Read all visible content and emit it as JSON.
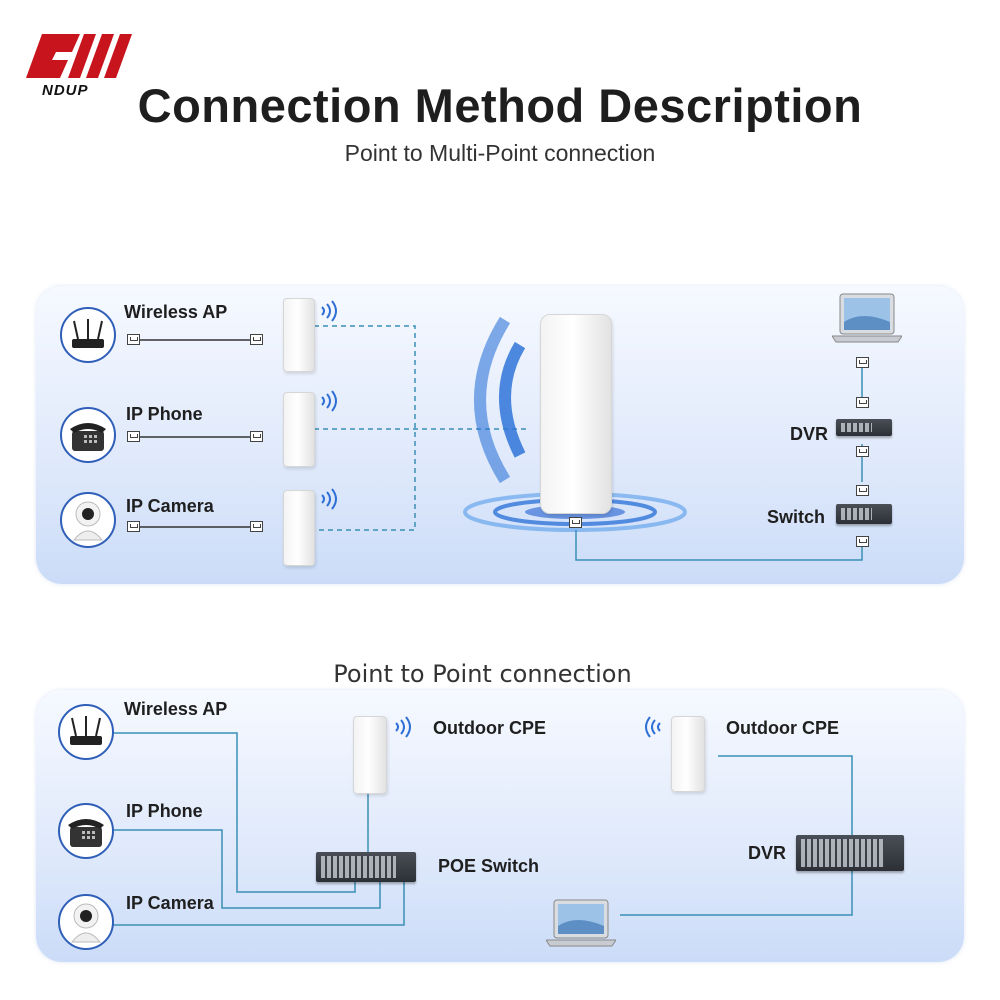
{
  "logo": {
    "text": "NDUP",
    "color": "#c8141c"
  },
  "title": "Connection Method Description",
  "subtitle_p2mp": "Point to Multi-Point connection",
  "subtitle_p2p": "Point to Point connection",
  "p2mp": {
    "devices": [
      {
        "label": "Wireless AP",
        "icon": "router-icon"
      },
      {
        "label": "IP Phone",
        "icon": "phone-icon"
      },
      {
        "label": "IP Camera",
        "icon": "camera-icon"
      }
    ],
    "dvr_label": "DVR",
    "switch_label": "Switch"
  },
  "p2p": {
    "devices": [
      {
        "label": "Wireless AP",
        "icon": "router-icon"
      },
      {
        "label": "IP Phone",
        "icon": "phone-icon"
      },
      {
        "label": "IP Camera",
        "icon": "camera-icon"
      }
    ],
    "cpe_left_label": "Outdoor CPE",
    "cpe_right_label": "Outdoor CPE",
    "poe_switch_label": "POE Switch",
    "dvr_label": "DVR"
  },
  "colors": {
    "accent": "#2f5fb8",
    "link": "#3a8fb5",
    "wifi": "#2e6fd6",
    "panel": "#dfe9fb"
  }
}
